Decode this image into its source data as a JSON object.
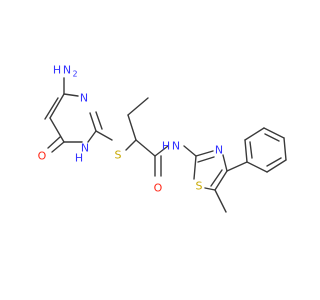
{
  "colors": {
    "bond": "#3a3a3a",
    "nitrogen": "#3333ff",
    "oxygen": "#ff2a1a",
    "sulfur": "#c8a800",
    "background": "#ffffff"
  },
  "labels": {
    "amine_h": "H",
    "amine_n": "N",
    "amine_sub": "2",
    "ring_n_top": "N",
    "ring_nh_n": "N",
    "ring_nh_h": "H",
    "keto_o": "O",
    "thioether_s": "S",
    "amide_o": "O",
    "amide_n": "N",
    "amide_h": "H",
    "thiazole_n": "N",
    "thiazole_s": "S"
  }
}
